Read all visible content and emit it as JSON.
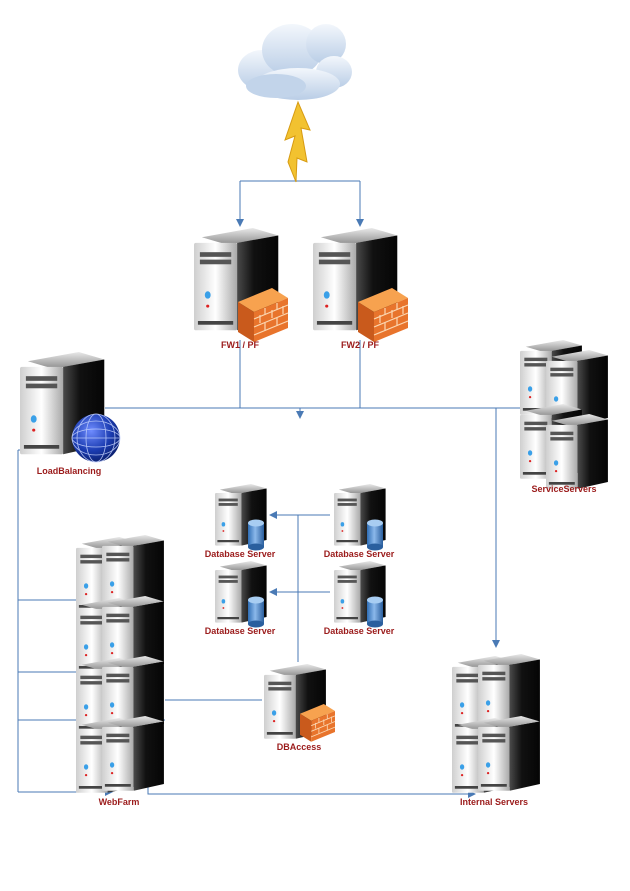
{
  "colors": {
    "label": "#9b1b1b",
    "connector": "#4a7ab5",
    "server_body": "#1e1e1e",
    "firewall": "#e8742c",
    "database": "#3f7fc4",
    "cloud": "#d9e6f5",
    "lightning": "#f2c230"
  },
  "icons": {
    "cloud": "cloud-icon",
    "lightning": "lightning-icon",
    "firewall": "firewall-icon",
    "globe": "globe-icon",
    "database": "database-icon"
  },
  "nodes": {
    "fw1": {
      "label": "FW1 / PF"
    },
    "fw2": {
      "label": "FW2 / PF"
    },
    "load_balancing": {
      "label": "LoadBalancing"
    },
    "service_servers": {
      "label": "ServiceServers"
    },
    "db_server_1": {
      "label": "Database Server"
    },
    "db_server_2": {
      "label": "Database Server"
    },
    "db_server_3": {
      "label": "Database Server"
    },
    "db_server_4": {
      "label": "Database Server"
    },
    "db_access": {
      "label": "DBAccess"
    },
    "web_farm": {
      "label": "WebFarm"
    },
    "internal_servers": {
      "label": "Internal Servers"
    }
  }
}
